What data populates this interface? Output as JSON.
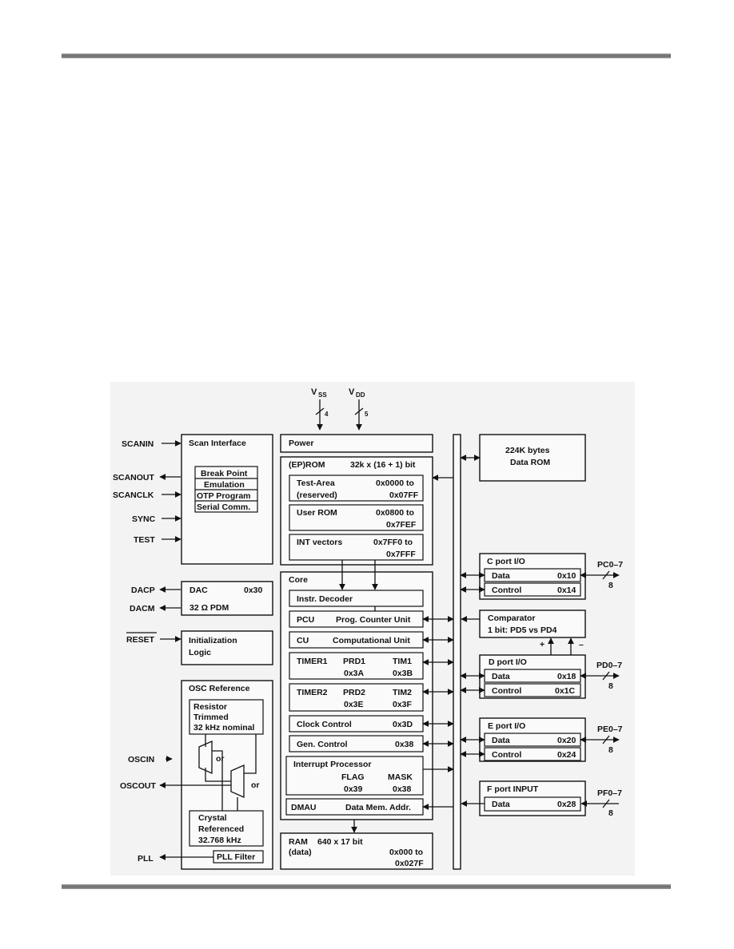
{
  "supply": {
    "vss": "V",
    "vss_sub": "SS",
    "vss_count": "4",
    "vdd": "V",
    "vdd_sub": "DD",
    "vdd_count": "5"
  },
  "pins": {
    "scanin": "SCANIN",
    "scanout": "SCANOUT",
    "scanclk": "SCANCLK",
    "sync": "SYNC",
    "test": "TEST",
    "dacp": "DACP",
    "dacm": "DACM",
    "reset": "RESET",
    "oscin": "OSCIN",
    "oscout": "OSCOUT",
    "pll": "PLL"
  },
  "scan": {
    "title": "Scan Interface",
    "items": [
      "Break Point",
      "Emulation",
      "OTP Program",
      "Serial Comm."
    ]
  },
  "dac": {
    "title": "DAC",
    "addr": "0x30",
    "desc": "32 Ω PDM"
  },
  "init": {
    "line1": "Initialization",
    "line2": "Logic"
  },
  "osc": {
    "title": "OSC Reference",
    "resistor": [
      "Resistor",
      "Trimmed",
      "32 kHz nominal"
    ],
    "or1": "or",
    "or2": "or",
    "crystal": [
      "Crystal",
      "Referenced",
      "32.768 kHz"
    ],
    "pll_filter": "PLL Filter"
  },
  "power": {
    "title": "Power"
  },
  "rom": {
    "title": "(EP)ROM",
    "size": "32k x (16 + 1) bit",
    "rows": [
      {
        "name": "Test-Area",
        "name2": "(reserved)",
        "from": "0x0000 to",
        "to": "0x07FF"
      },
      {
        "name": "User ROM",
        "name2": "",
        "from": "0x0800 to",
        "to": "0x7FEF"
      },
      {
        "name": "INT vectors",
        "name2": "",
        "from": "0x7FF0 to",
        "to": "0x7FFF"
      }
    ]
  },
  "core": {
    "title": "Core",
    "decoder": "Instr. Decoder",
    "pcu": {
      "name": "PCU",
      "desc": "Prog. Counter Unit"
    },
    "cu": {
      "name": "CU",
      "desc": "Computational Unit"
    },
    "timer1": {
      "name": "TIMER1",
      "prd": "PRD1",
      "prd_addr": "0x3A",
      "tim": "TIM1",
      "tim_addr": "0x3B"
    },
    "timer2": {
      "name": "TIMER2",
      "prd": "PRD2",
      "prd_addr": "0x3E",
      "tim": "TIM2",
      "tim_addr": "0x3F"
    },
    "clock": {
      "name": "Clock Control",
      "addr": "0x3D"
    },
    "gen": {
      "name": "Gen. Control",
      "addr": "0x38"
    },
    "interrupt": {
      "name": "Interrupt Processor",
      "flag": "FLAG",
      "flag_addr": "0x39",
      "mask": "MASK",
      "mask_addr": "0x38"
    },
    "dmau": {
      "name": "DMAU",
      "desc": "Data Mem. Addr."
    }
  },
  "ram": {
    "title": "RAM",
    "size": "640 x 17 bit",
    "sub": "(data)",
    "from": "0x000 to",
    "to": "0x027F"
  },
  "data_rom": {
    "line1": "224K bytes",
    "line2": "Data ROM"
  },
  "cport": {
    "title": "C port I/O",
    "data": "Data",
    "data_addr": "0x10",
    "control": "Control",
    "control_addr": "0x14",
    "pins": "PC0–7",
    "width": "8"
  },
  "comparator": {
    "title": "Comparator",
    "desc": "1 bit: PD5 vs PD4",
    "plus": "+",
    "minus": "–"
  },
  "dport": {
    "title": "D port I/O",
    "data": "Data",
    "data_addr": "0x18",
    "control": "Control",
    "control_addr": "0x1C",
    "pins": "PD0–7",
    "width": "8"
  },
  "eport": {
    "title": "E port I/O",
    "data": "Data",
    "data_addr": "0x20",
    "control": "Control",
    "control_addr": "0x24",
    "pins": "PE0–7",
    "width": "8"
  },
  "fport": {
    "title": "F port INPUT",
    "data": "Data",
    "data_addr": "0x28",
    "pins": "PF0–7",
    "width": "8"
  }
}
